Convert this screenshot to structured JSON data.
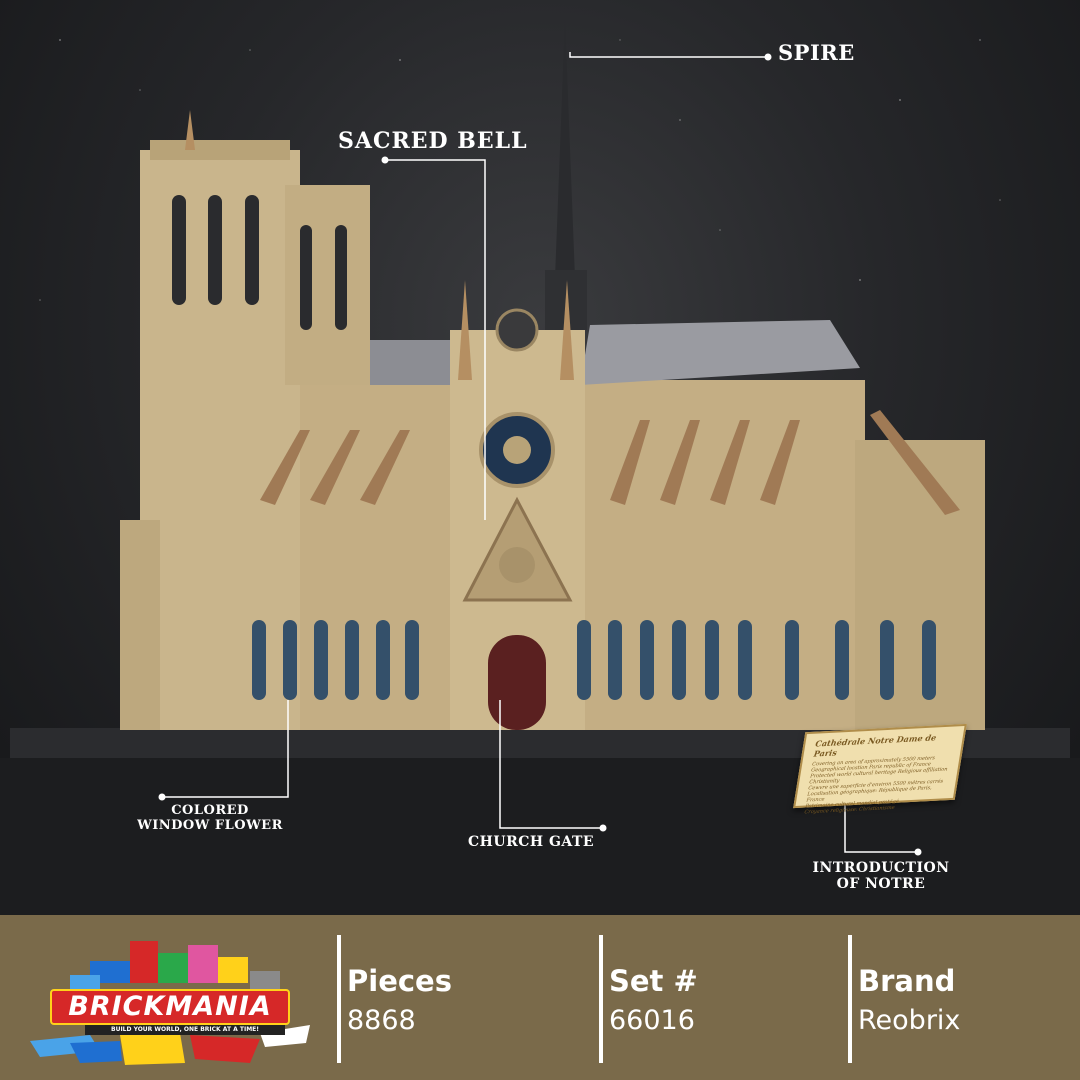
{
  "callouts": {
    "spire": "SPIRE",
    "sacred_bell": "SACRED BELL",
    "colored_window_flower": "COLORED\nWINDOW FLOWER",
    "church_gate": "CHURCH GATE",
    "introduction_of_notre": "INTRODUCTION\nOF NOTRE"
  },
  "plaque": {
    "title": "Cathédrale Notre Dame de Paris",
    "lines": [
      "Covering an area of approximately 5500 meters",
      "Geographical location Paris republic of France",
      "Protected world cultural heritage   Religious affiliation Christianity",
      "Cewvre une superficie d'environ 5500 mètres carrés",
      "Localisation géographique: République de Paris, France",
      "Patrimoine culturel mondial protégé",
      "Croyance religieuse: Christianisme"
    ]
  },
  "logo": {
    "name": "BRICKMANIA",
    "tagline": "BUILD YOUR WORLD, ONE BRICK AT A TIME!"
  },
  "specs": [
    {
      "label": "Pieces",
      "value": "8868"
    },
    {
      "label": "Set #",
      "value": "66016"
    },
    {
      "label": "Brand",
      "value": "Reobrix"
    }
  ],
  "colors": {
    "background": "#26272a",
    "footer": "#7a6a4a",
    "stone": "#c9b58c",
    "accent_logo": "#d62828"
  }
}
